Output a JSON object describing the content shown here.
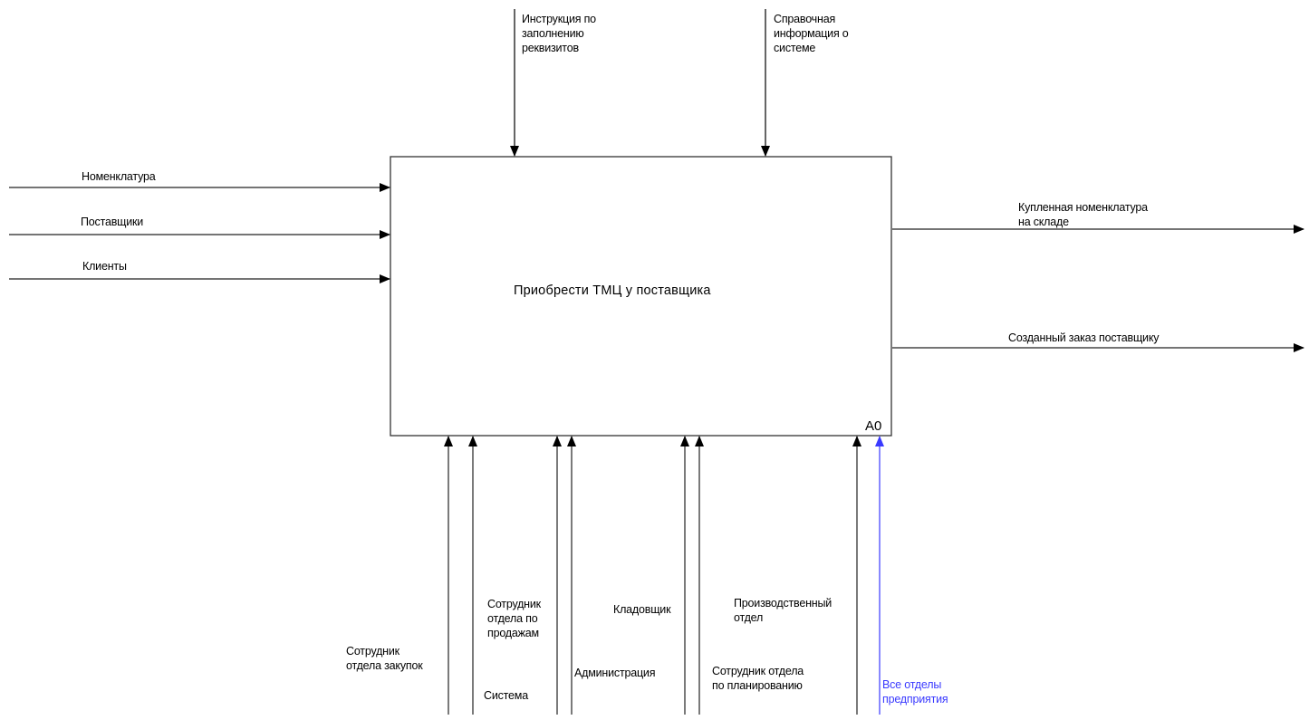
{
  "diagram": {
    "type": "IDEF0",
    "function_box": {
      "title": "Приобрести ТМЦ у поставщика",
      "node_id": "A0"
    },
    "controls": [
      {
        "lines": [
          "Инструкция по",
          "заполнению",
          "реквизитов"
        ]
      },
      {
        "lines": [
          "Справочная",
          "информация о",
          "системе"
        ]
      }
    ],
    "inputs": [
      {
        "label": "Номенклатура"
      },
      {
        "label": "Поставщики"
      },
      {
        "label": "Клиенты"
      }
    ],
    "outputs": [
      {
        "lines": [
          "Купленная номенклатура",
          "на складе"
        ]
      },
      {
        "lines": [
          "Созданный заказ поставщику"
        ]
      }
    ],
    "mechanisms": [
      {
        "lines": [
          "Сотрудник",
          "отдела закупок"
        ]
      },
      {
        "lines": [
          "Система"
        ]
      },
      {
        "lines": [
          "Сотрудник",
          "отдела по",
          "продажам"
        ]
      },
      {
        "lines": [
          "Администрация"
        ]
      },
      {
        "lines": [
          "Кладовщик"
        ]
      },
      {
        "lines": [
          "Сотрудник отдела",
          "по планированию"
        ]
      },
      {
        "lines": [
          "Производственный",
          "отдел"
        ]
      },
      {
        "lines": [
          "Все отделы",
          "предприятия"
        ]
      }
    ],
    "colors": {
      "line": "#000000",
      "highlight_arrow": "#3a3aff"
    }
  }
}
